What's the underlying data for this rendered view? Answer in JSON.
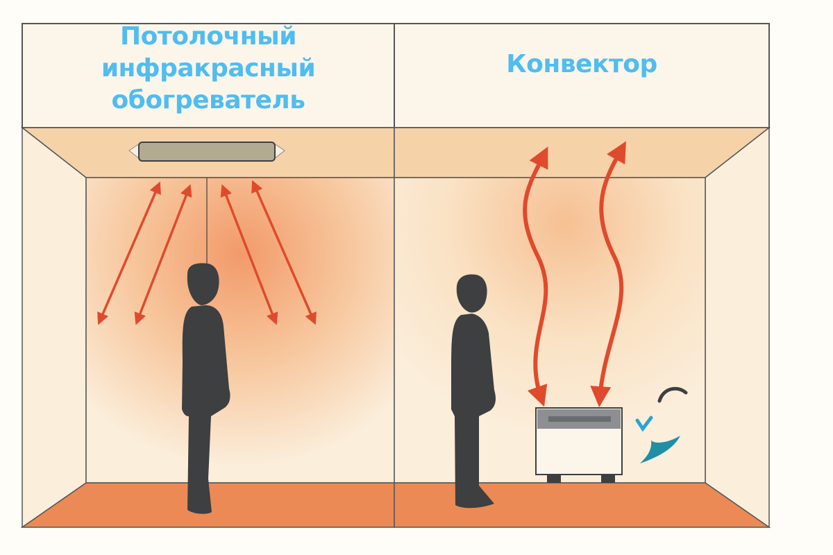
{
  "panels": [
    {
      "id": "ceiling-infrared",
      "title_lines": [
        "Потолочный",
        "инфракрасный",
        "обогреватель"
      ],
      "heater": "ceiling-infrared-heater",
      "heat_pattern": "straight bidirectional radiation arrows from ceiling to room"
    },
    {
      "id": "convector",
      "title_lines": [
        "Конвектор"
      ],
      "heater": "floor-convector-heater",
      "heat_pattern": "wavy rising warm-air arrows from convector to ceiling"
    }
  ],
  "titles": {
    "left": "Потолочный инфракрасный обогреватель",
    "right": "Конвектор"
  },
  "colors": {
    "title": "#4fbdf0",
    "arrow": "#e04a2c",
    "floor": "#eb8a55",
    "wall": "#fbeedb",
    "ceiling": "#f5d2a8",
    "person": "#3d3f41",
    "outline": "#555555",
    "airflow_teal": "#1f8fa6"
  }
}
